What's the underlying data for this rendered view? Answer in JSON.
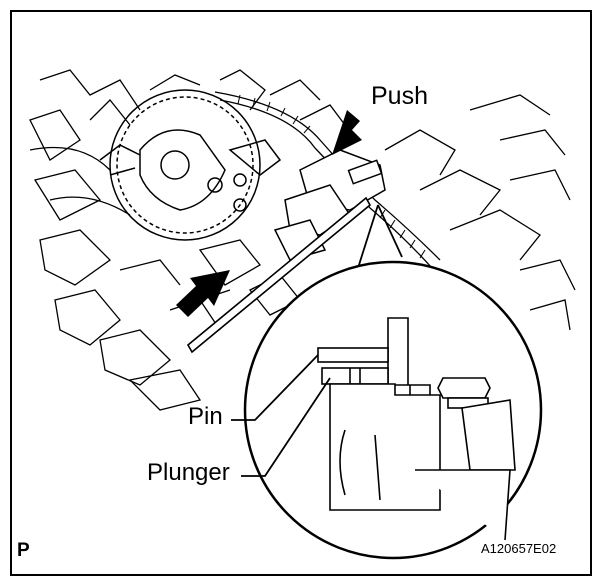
{
  "labels": {
    "push": "Push",
    "pin": "Pin",
    "plunger": "Plunger"
  },
  "corner_mark": "P",
  "figure_id": "A120657E02"
}
